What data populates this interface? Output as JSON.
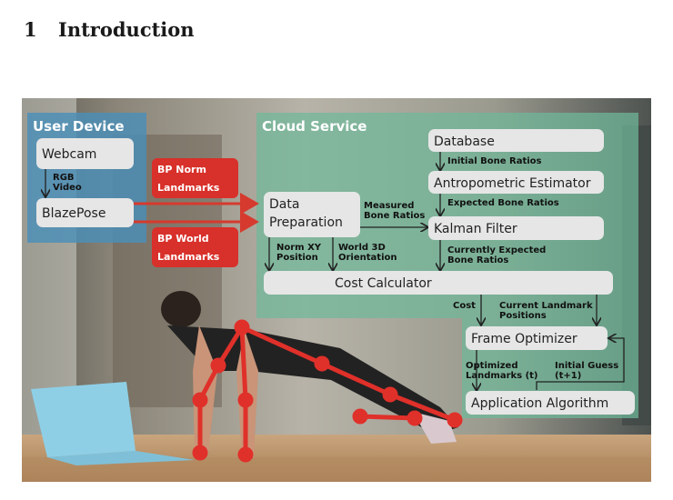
{
  "section": {
    "number": "1",
    "title": "Introduction"
  },
  "figure": {
    "user_device": {
      "title": "User Device",
      "webcam": "Webcam",
      "edge_rgb": [
        "RGB",
        "Video"
      ],
      "blazepose": "BlazePose"
    },
    "cloud_service": {
      "title": "Cloud Service",
      "database": "Database",
      "edge_initial_bone_ratios": "Initial Bone Ratios",
      "estimator": "Antropometric Estimator",
      "edge_expected_bone_ratios": "Expected Bone Ratios",
      "data_preparation": [
        "Data",
        "Preparation"
      ],
      "edge_measured_bone_ratios": [
        "Measured",
        "Bone Ratios"
      ],
      "kalman_filter": "Kalman Filter",
      "edge_norm_xy": [
        "Norm XY",
        "Position"
      ],
      "edge_world_3d": [
        "World 3D",
        "Orientation"
      ],
      "edge_currently_expected": [
        "Currently Expected",
        "Bone Ratios"
      ],
      "cost_calculator": "Cost Calculator",
      "edge_cost": "Cost",
      "edge_current_landmark": [
        "Current Landmark",
        "Positions"
      ],
      "frame_optimizer": "Frame Optimizer",
      "edge_optimized": [
        "Optimized",
        "Landmarks (t)"
      ],
      "edge_initial_guess": [
        "Initial Guess",
        "(t+1)"
      ],
      "application_algorithm": "Application Algorithm"
    },
    "transfer": {
      "bp_norm": [
        "BP Norm",
        "Landmarks"
      ],
      "bp_world": [
        "BP World",
        "Landmarks"
      ]
    },
    "colors": {
      "user_device_panel": "#4a8fb8",
      "cloud_panel": "#6fb89a",
      "node_fill": "#e6e6e6",
      "transfer_box": "#d8302a",
      "arrow_red": "#d63a2e",
      "skeleton": "#e0302a"
    }
  }
}
